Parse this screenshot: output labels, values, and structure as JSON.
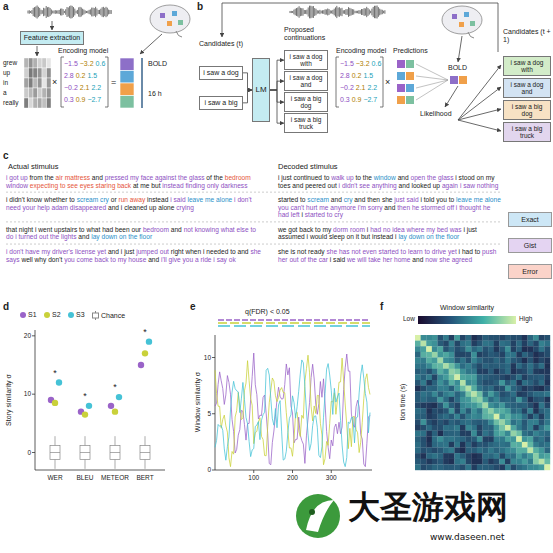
{
  "diagram": {
    "nodes": [
      {
        "text": [
          "Feature extraction"
        ]
      },
      {
        "text": [
          "i saw a dog"
        ]
      },
      {
        "text": [
          "i saw a big"
        ]
      },
      {
        "text": [
          "LM"
        ]
      },
      {
        "text": [
          "i saw a dog with"
        ]
      },
      {
        "text": [
          "i saw a dog and"
        ]
      },
      {
        "text": [
          "i saw a big dog"
        ]
      },
      {
        "text": [
          "i saw a big truck"
        ]
      },
      {
        "text": [
          "i saw a dog with"
        ]
      },
      {
        "text": [
          "i saw a dog and"
        ]
      },
      {
        "text": [
          "i saw a big dog"
        ]
      },
      {
        "text": [
          "i saw a big truck"
        ]
      }
    ],
    "edges": [
      {
        "from": 1,
        "to": 3,
        "arrow": "to"
      },
      {
        "from": 2,
        "to": 3,
        "arrow": "to"
      },
      {
        "from": 3,
        "to": 4,
        "arrow": "to"
      },
      {
        "from": 3,
        "to": 5,
        "arrow": "to"
      },
      {
        "from": 3,
        "to": 6,
        "arrow": "to"
      },
      {
        "from": 3,
        "to": 7,
        "arrow": "to"
      }
    ],
    "labels": [
      "a",
      "grew",
      "up",
      "in",
      "a",
      "really",
      "Encoding model",
      "−1.5 −3.2 0.6",
      "2.8 0.2 1.5",
      "−0.2 2.1 2.2",
      "0.3 0.9 −2.7",
      "×",
      "=",
      "BOLD",
      "16 h",
      "b",
      "Candidates (t)",
      "Proposed continuations",
      "Encoding model",
      "−1.5 −3.2 0.6",
      "2.8 0.2 1.5",
      "−0.2 2.1 2.2",
      "0.3 0.9 −2.7",
      "×",
      "Predictions",
      "BOLD",
      "Likelihood",
      "Candidates (t + 1)",
      "c",
      "Actual stimulus",
      "Decoded stimulus",
      "i got up from the air mattress and pressed my face against the glass of the bedroom window expecting to see eyes staring back at me but instead finding only darkness",
      "i just continued to walk up to the window and open the glass i stood on my toes and peered out i didn't see anything and looked up again i saw nothing",
      "i didn't know whether to scream cry or run away instead i said leave me alone i don't need your help adam disappeared and i cleaned up alone crying",
      "started to scream and cry and then she just said i told you to leave me alone you can't hurt me anymore i'm sorry and then he stormed off i thought he had left i started to cry",
      "that night i went upstairs to what had been our bedroom and not knowing what else to do i turned out the lights and lay down on the floor",
      "we got back to my dorm room i had no idea where my bed was i just assumed i would sleep on it but instead i lay down on the floor",
      "i don't have my driver's license yet and i just jumped out right when i needed to and she says well why don't you come back to my house and i'll give you a ride i say ok",
      "she is not ready she has not even started to learn to drive yet i had to push her out of the car i said we will take her home and now she agreed",
      "d",
      "Story similarity σ",
      "0",
      "10",
      "20",
      "WER",
      "BLEU",
      "METEOR",
      "BERT",
      "*",
      "*",
      "*",
      "*",
      "e",
      "q(FDR) < 0.05",
      "Window similarity σ",
      "0",
      "5",
      "10",
      "100",
      "200",
      "300",
      "f",
      "Window similarity",
      "Low",
      "High",
      "tion time (s)",
      "大圣游戏网",
      "www.daseen.net"
    ],
    "legend": [
      {
        "text": "Exact",
        "color": "#cde7f6"
      },
      {
        "text": "Gist",
        "color": "#e4d4f2"
      },
      {
        "text": "Error",
        "color": "#fbd3c9"
      },
      {
        "text": "S1",
        "color": "#9a63c8"
      },
      {
        "text": "S2",
        "color": "#c9d13a"
      },
      {
        "text": "S3",
        "color": "#45c2d6"
      },
      {
        "text": "Chance"
      }
    ]
  }
}
